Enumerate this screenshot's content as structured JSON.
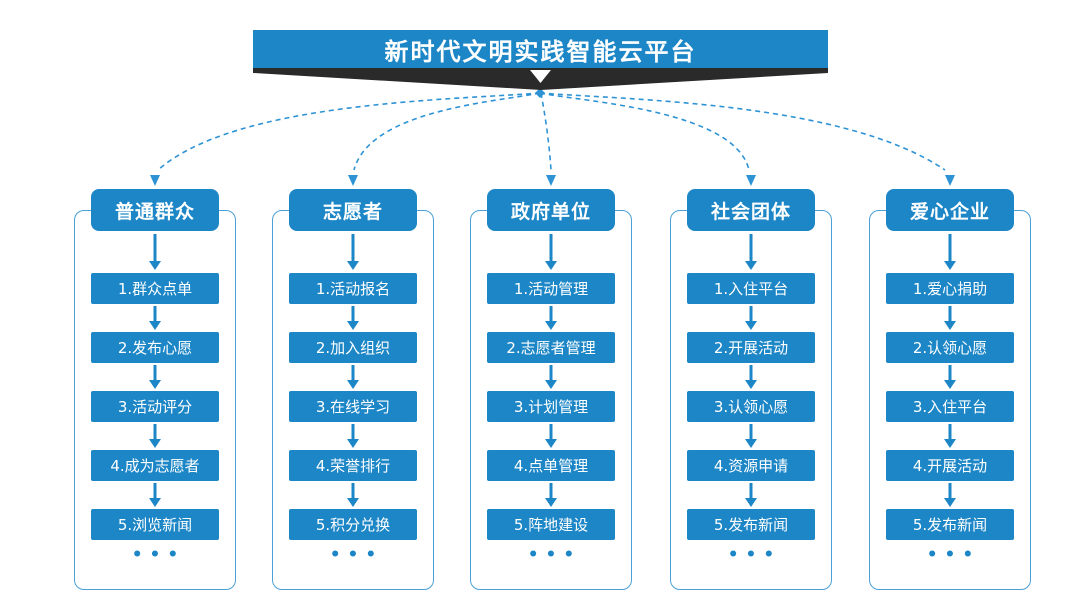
{
  "banner": {
    "title": "新时代文明实践智能云平台"
  },
  "more_indicator": "•••",
  "icons": {
    "banner_pointer": "down-triangle",
    "connector_style": "dashed-curved-arrows"
  },
  "colors": {
    "primary_blue": "#1c86c6",
    "connector_blue": "#2e93d4",
    "frame_border_blue": "#4aa0d8",
    "ribbon_dark": "#2a2a2a",
    "text_white": "#ffffff",
    "background": "#ffffff"
  },
  "columns": [
    {
      "title": "普通群众",
      "items": [
        "1.群众点单",
        "2.发布心愿",
        "3.活动评分",
        "4.成为志愿者",
        "5.浏览新闻"
      ]
    },
    {
      "title": "志愿者",
      "items": [
        "1.活动报名",
        "2.加入组织",
        "3.在线学习",
        "4.荣誉排行",
        "5.积分兑换"
      ]
    },
    {
      "title": "政府单位",
      "items": [
        "1.活动管理",
        "2.志愿者管理",
        "3.计划管理",
        "4.点单管理",
        "5.阵地建设"
      ]
    },
    {
      "title": "社会团体",
      "items": [
        "1.入住平台",
        "2.开展活动",
        "3.认领心愿",
        "4.资源申请",
        "5.发布新闻"
      ]
    },
    {
      "title": "爱心企业",
      "items": [
        "1.爱心捐助",
        "2.认领心愿",
        "3.入住平台",
        "4.开展活动",
        "5.发布新闻"
      ]
    }
  ]
}
